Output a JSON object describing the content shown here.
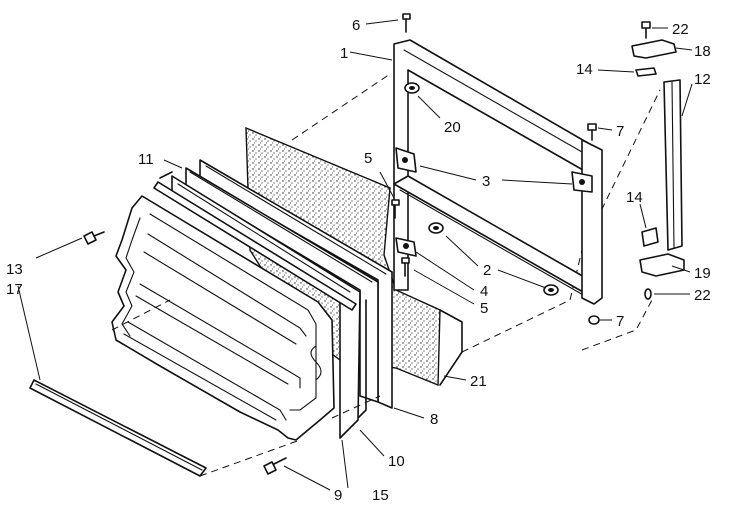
{
  "callouts": {
    "c1": "1",
    "c2": "2",
    "c3": "3",
    "c4": "4",
    "c5a": "5",
    "c5b": "5",
    "c6": "6",
    "c7a": "7",
    "c7b": "7",
    "c8": "8",
    "c9": "9",
    "c10": "10",
    "c11": "11",
    "c12": "12",
    "c13": "13",
    "c14a": "14",
    "c14b": "14",
    "c15": "15",
    "c17": "17",
    "c18": "18",
    "c19": "19",
    "c20": "20",
    "c21": "21",
    "c22a": "22",
    "c22b": "22"
  },
  "parts": [
    {
      "ref": "1",
      "name": "door-frame"
    },
    {
      "ref": "2",
      "name": "door-stop"
    },
    {
      "ref": "3",
      "name": "hinge-bracket"
    },
    {
      "ref": "4",
      "name": "hinge-pin"
    },
    {
      "ref": "5",
      "name": "screw"
    },
    {
      "ref": "6",
      "name": "screw"
    },
    {
      "ref": "7",
      "name": "screw"
    },
    {
      "ref": "8",
      "name": "outer-door-panel"
    },
    {
      "ref": "9",
      "name": "screw"
    },
    {
      "ref": "10",
      "name": "door-liner-frame"
    },
    {
      "ref": "11",
      "name": "retainer-strip"
    },
    {
      "ref": "12",
      "name": "handle"
    },
    {
      "ref": "13",
      "name": "screw"
    },
    {
      "ref": "14",
      "name": "handle-spacer"
    },
    {
      "ref": "15",
      "name": "inner-door-liner"
    },
    {
      "ref": "17",
      "name": "door-shelf-rail"
    },
    {
      "ref": "18",
      "name": "handle-end-cap-top"
    },
    {
      "ref": "19",
      "name": "handle-end-cap-bottom"
    },
    {
      "ref": "20",
      "name": "washer"
    },
    {
      "ref": "21",
      "name": "foam-insulation"
    },
    {
      "ref": "22",
      "name": "screw"
    }
  ]
}
